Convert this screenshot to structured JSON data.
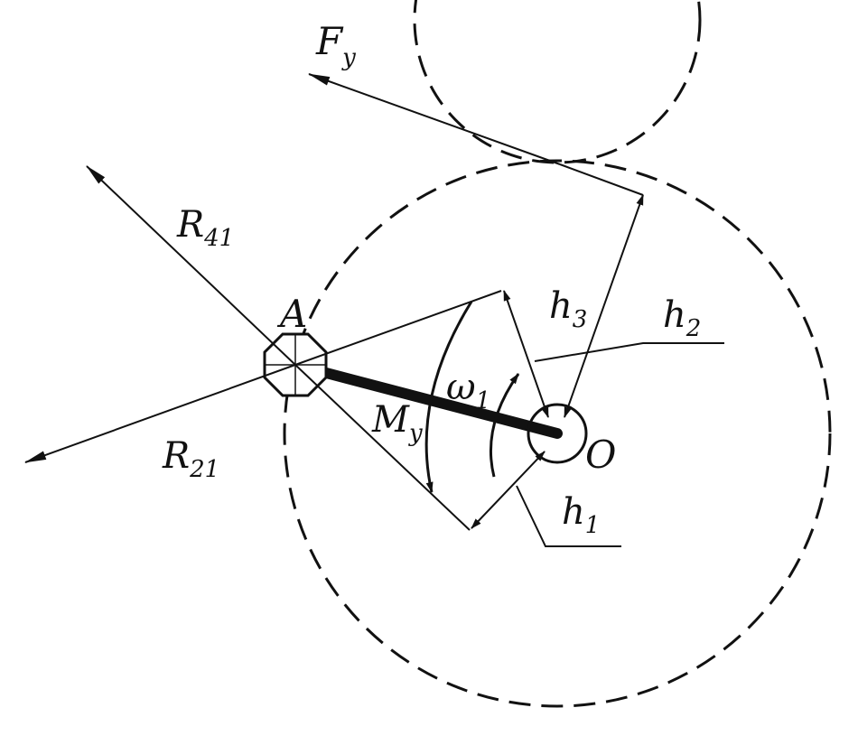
{
  "labels": {
    "force_fy": "F",
    "force_fy_sub": "y",
    "reaction_r41": "R",
    "reaction_r41_sub": "41",
    "reaction_r21": "R",
    "reaction_r21_sub": "21",
    "point_a": "A",
    "point_o": "O",
    "moment_my": "M",
    "moment_my_sub": "y",
    "angular_velocity": "ω",
    "angular_velocity_sub": "1",
    "arm_h1": "h",
    "arm_h1_sub": "1",
    "arm_h2": "h",
    "arm_h2_sub": "2",
    "arm_h3": "h",
    "arm_h3_sub": "3"
  }
}
